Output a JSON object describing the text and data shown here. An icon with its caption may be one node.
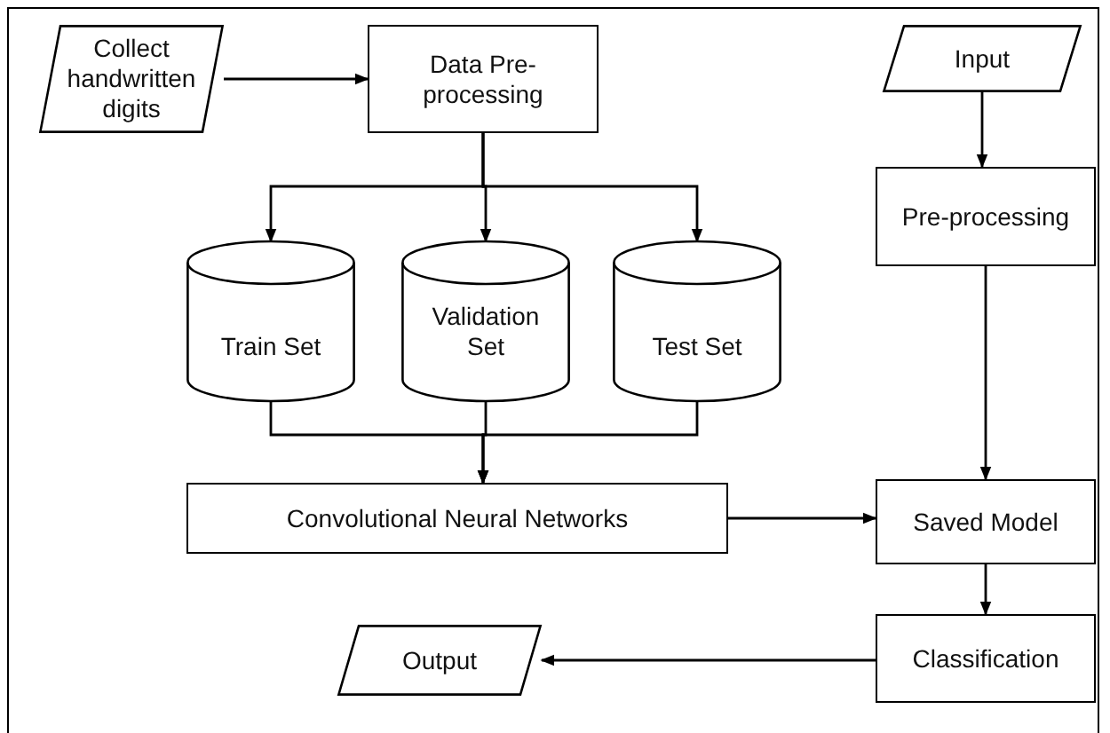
{
  "diagram": {
    "nodes": [
      {
        "text": [
          "Collect handwritten digits"
        ]
      },
      {
        "text": [
          "Data Pre-processing"
        ]
      },
      {
        "text": [
          "Input"
        ]
      },
      {
        "text": [
          "Pre-processing"
        ]
      },
      {
        "text": [
          "Train Set"
        ]
      },
      {
        "text": [
          "Validation Set"
        ]
      },
      {
        "text": [
          "Test Set"
        ]
      },
      {
        "text": [
          "Convolutional Neural Networks"
        ]
      },
      {
        "text": [
          "Saved Model"
        ]
      },
      {
        "text": [
          "Classification"
        ]
      },
      {
        "text": [
          "Output"
        ]
      }
    ],
    "edges": [
      {
        "from": 0,
        "to": 1,
        "arrow": "to"
      },
      {
        "from": 1,
        "to": 4,
        "arrow": "to"
      },
      {
        "from": 1,
        "to": 5,
        "arrow": "to"
      },
      {
        "from": 1,
        "to": 6,
        "arrow": "to"
      },
      {
        "from": 4,
        "to": 7,
        "arrow": "to"
      },
      {
        "from": 5,
        "to": 7,
        "arrow": "to"
      },
      {
        "from": 6,
        "to": 7,
        "arrow": "to"
      },
      {
        "from": 2,
        "to": 3,
        "arrow": "to"
      },
      {
        "from": 3,
        "to": 8,
        "arrow": "to"
      },
      {
        "from": 7,
        "to": 8,
        "arrow": "to"
      },
      {
        "from": 8,
        "to": 9,
        "arrow": "to"
      },
      {
        "from": 9,
        "to": 10,
        "arrow": "to"
      }
    ]
  }
}
